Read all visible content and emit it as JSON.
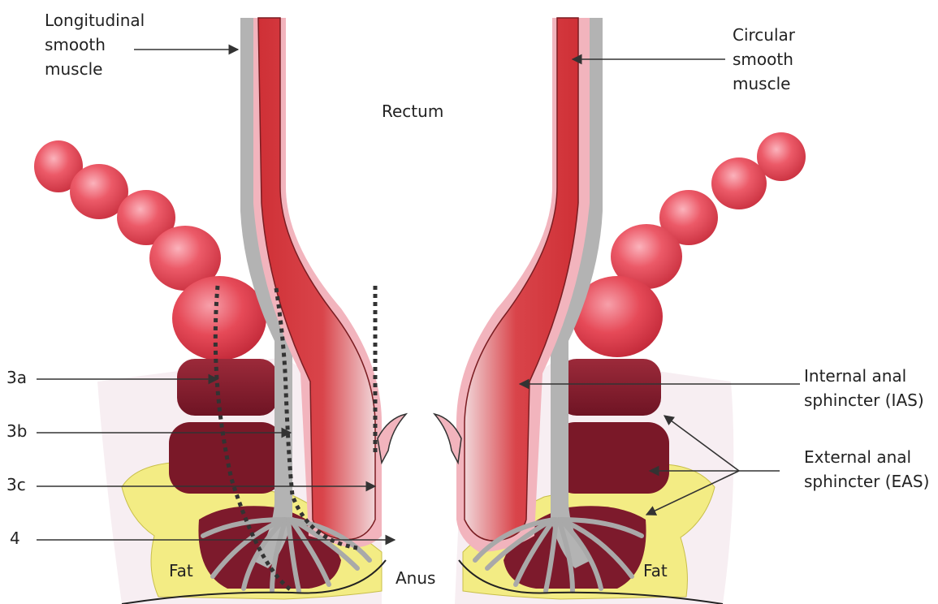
{
  "labels": {
    "longitudinal": [
      "Longitudinal",
      "smooth",
      "muscle"
    ],
    "circular": [
      "Circular",
      "smooth",
      "muscle"
    ],
    "rectum": "Rectum",
    "anus": "Anus",
    "fat_left": "Fat",
    "fat_right": "Fat",
    "ias": [
      "Internal anal",
      "sphincter (IAS)"
    ],
    "eas": [
      "External anal",
      "sphincter (EAS)"
    ],
    "grade_3a": "3a",
    "grade_3b": "3b",
    "grade_3c": "3c",
    "grade_4": "4"
  },
  "colors": {
    "muscle_red": "#d43a3a",
    "muscle_dark_red": "#8e1f2f",
    "sphincter_maroon": "#7d1a2c",
    "pale_pink": "#f2b4bd",
    "gray_band": "#b3b3b3",
    "fat_yellow": "#f3ec84",
    "ball_pink": "#e8505e",
    "background_pink": "#f7eef2"
  }
}
